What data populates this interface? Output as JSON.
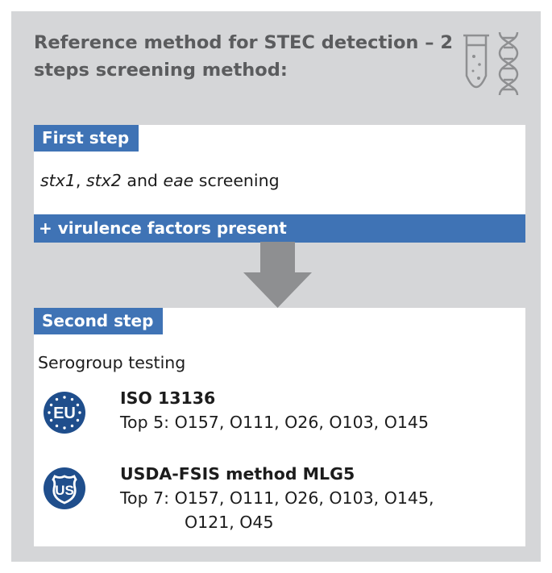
{
  "title": "Reference method for STEC detection – 2 steps screening method:",
  "step1": {
    "label": "First step",
    "gene1": "stx1",
    "sep1": ", ",
    "gene2": "stx2",
    "sep2": " and ",
    "gene3": "eae",
    "suffix": " screening",
    "result": "+ virulence factors present"
  },
  "step2": {
    "label": "Second step",
    "subtitle": "Serogroup testing",
    "methods": [
      {
        "badge": "EU",
        "name": "ISO 13136",
        "detail": "Top 5: O157, O111, O26, O103, O145"
      },
      {
        "badge": "US",
        "name": "USDA-FSIS method MLG5",
        "detail_line1": "Top 7: O157, O111, O26, O103, O145,",
        "detail_line2": "O121, O45"
      }
    ]
  },
  "icons": {
    "header": [
      "test-tube-icon",
      "dna-icon"
    ],
    "arrow": "down-arrow-icon",
    "methods": [
      "eu-flag-icon",
      "us-shield-icon"
    ]
  },
  "colors": {
    "panel": "#d5d6d8",
    "accent_blue": "#3f73b5",
    "title_gray": "#5b5c5e",
    "arrow_gray": "#8e8f91",
    "badge_blue": "#1f4e8c"
  }
}
